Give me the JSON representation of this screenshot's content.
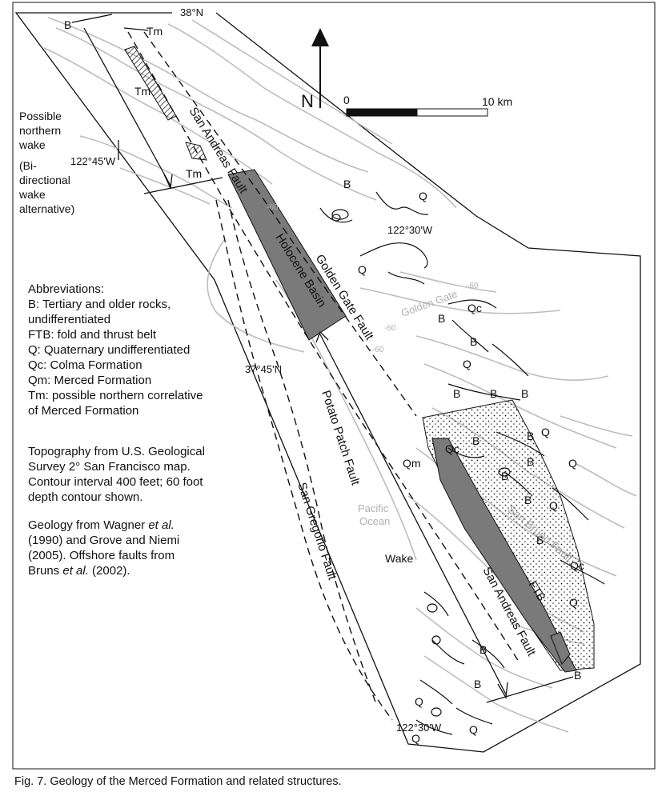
{
  "map": {
    "lat_top": "38°N",
    "lon_left": "122°45'W",
    "lon_mid": "122°30'W",
    "lat_mid": "37°45'N",
    "lon_bottom": "122°30'W",
    "north_label": "N",
    "scale_zero": "0",
    "scale_end": "10 km"
  },
  "labels": {
    "b": "B",
    "tm": "Tm",
    "q": "Q",
    "qc": "Qc",
    "qm": "Qm",
    "ftb": "FTB",
    "wake": "Wake",
    "pacific": "Pacific",
    "ocean": "Ocean",
    "golden_gate": "Golden Gate",
    "depth_60": "-60",
    "san_andreas_fault": "San Andreas Fault",
    "golden_gate_fault": "Golden Gate Fault",
    "holocene_basin": "Holocene Basin",
    "potato_patch_fault": "Potato Patch Fault",
    "san_gregorio_fault": "San Gregorio Fault",
    "san_bruno_fault": "San Bruno Fault"
  },
  "wake_note": {
    "l1": "Possible",
    "l2": "northern",
    "l3": "wake",
    "l4": "(Bi-",
    "l5": "directional",
    "l6": "wake",
    "l7": "alternative)"
  },
  "legend": {
    "heading": "Abbreviations:",
    "lines": [
      "B: Tertiary and older rocks,",
      "undifferentiated",
      "FTB: fold and thrust belt",
      "Q: Quaternary undifferentiated",
      "Qc: Colma Formation",
      "Qm: Merced Formation",
      "Tm: possible northern correlative",
      "of Merced Formation"
    ],
    "topo": [
      "Topography from U.S. Geological",
      "Survey 2° San Francisco map.",
      "Contour interval 400 feet; 60 foot",
      "depth contour shown."
    ],
    "sources": [
      "(1990) and Grove and Niemi",
      "(2005).  Offshore faults from"
    ],
    "wagner_pre": "Geology from Wagner ",
    "wagner_etal": "et al.",
    "bruns_pre": "Bruns ",
    "bruns_etal": "et al.",
    "bruns_post": " (2002)."
  },
  "caption": "Fig. 7.  Geology of the Merced Formation and related structures.",
  "colors": {
    "basin": "#7a7a7a",
    "contour": "#b8b8b8",
    "ink": "#111111"
  }
}
